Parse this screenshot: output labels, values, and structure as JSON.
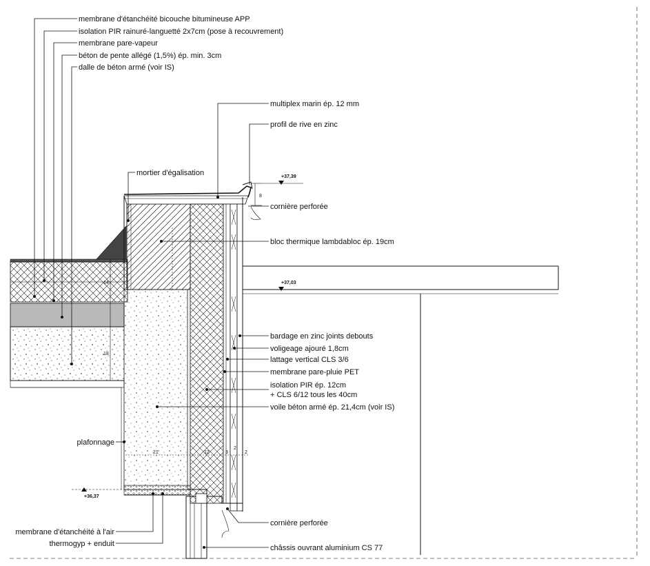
{
  "labels": {
    "membrane_bicouche": "membrane d'étanchéité bicouche bitumineuse APP",
    "isolation_pir_roof": "isolation PIR rainuré-languetté 2x7cm (pose à recouvrement)",
    "pare_vapeur": "membrane pare-vapeur",
    "beton_pente": "béton de pente allégé (1,5%) ép. min. 3cm",
    "dalle": "dalle de béton armé (voir IS)",
    "mortier": "mortier d'égalisation",
    "multiplex": "multiplex marin ép. 12 mm",
    "profil_rive": "profil de rive en zinc",
    "corniere_top": "cornière perforée",
    "bloc_thermique": "bloc thermique lambdabloc ép. 19cm",
    "bardage": "bardage en zinc joints debouts",
    "voligeage": "voligeage ajouré 1,8cm",
    "lattage": "lattage vertical CLS 3/6",
    "pare_pluie": "membrane pare-pluie PET",
    "isolation_wall_1": "isolation PIR ép. 12cm",
    "isolation_wall_2": "+ CLS 6/12 tous les 40cm",
    "voile": "voile béton armé ép. 21,4cm (voir IS)",
    "plafonnage": "plafonnage",
    "corniere_bottom": "cornière perforée",
    "chassis": "châssis ouvrant aluminium CS 77",
    "membrane_air": "membrane d'étanchéité à l'air",
    "thermogyp": "thermogyp + enduit"
  },
  "levels": {
    "top": "+37,39",
    "mid": "+37,03",
    "bottom": "+36,37"
  },
  "dimensions": {
    "d8": "8",
    "d14": "14",
    "d18": "18",
    "d21": "21",
    "d12": "12",
    "d3": "3",
    "d2a": "2",
    "d2b": "2"
  },
  "colors": {
    "line": "#111111",
    "screed_fill": "#b9b9b9",
    "hatch": "#222222"
  }
}
